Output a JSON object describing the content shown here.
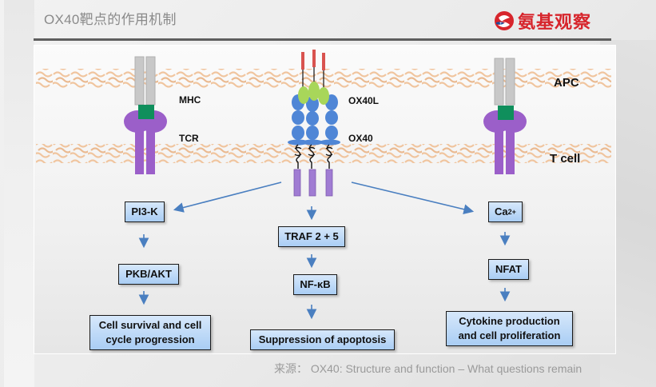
{
  "header": {
    "title": "OX40靶点的作用机制",
    "logo_text": "氨基观察",
    "logo_icon": "swirl-logo-icon"
  },
  "membranes": {
    "top_label": "APC",
    "bottom_label": "T cell"
  },
  "labels": {
    "mhc": "MHC",
    "tcr": "TCR",
    "ox40l": "OX40L",
    "ox40": "OX40"
  },
  "pathways": {
    "left": {
      "step1": "PI3-K",
      "step2": "PKB/AKT",
      "outcome": "Cell survival and cell cycle progression"
    },
    "center": {
      "step1": "TRAF 2 + 5",
      "step2": "NF-κB",
      "outcome": "Suppression of apoptosis"
    },
    "right": {
      "step1_base": "Ca",
      "step1_sub": "2+",
      "step2": "NFAT",
      "outcome": "Cytokine production and cell proliferation"
    }
  },
  "footer": {
    "source": "来源： OX40: Structure and function – What questions remain"
  },
  "colors": {
    "mhc_gray": "#c8c8c8",
    "peptide_green": "#0f8f5c",
    "tcr_purple": "#9b5fc9",
    "ox40_blue": "#4f86d6",
    "ox40l_green": "#a8d65a",
    "ox40l_red": "#d9534f",
    "membrane": "#f2c39a",
    "arrow": "#4a7fc0",
    "logo_red": "#d7252c"
  }
}
